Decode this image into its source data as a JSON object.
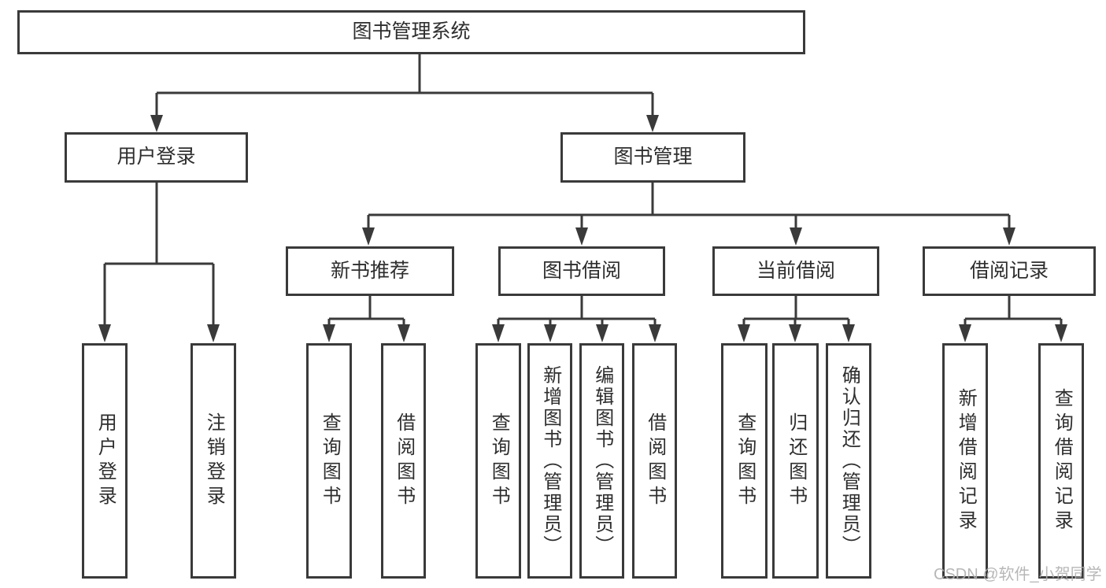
{
  "diagram": {
    "nodes": {
      "root": {
        "label": "图书管理系统"
      },
      "user_login": {
        "label": "用户登录"
      },
      "book_mgmt": {
        "label": "图书管理"
      },
      "leaf_user_login": {
        "label": "用户登录"
      },
      "leaf_logout": {
        "label": "注销登录"
      },
      "new_books": {
        "label": "新书推荐"
      },
      "borrow": {
        "label": "图书借阅"
      },
      "current": {
        "label": "当前借阅"
      },
      "records": {
        "label": "借阅记录"
      },
      "nb_query": {
        "label": "查询图书"
      },
      "nb_borrow": {
        "label": "借阅图书"
      },
      "bw_query": {
        "label": "查询图书"
      },
      "bw_add": {
        "label": "新增图书（管理员）"
      },
      "bw_edit": {
        "label": "编辑图书（管理员）"
      },
      "bw_borrow": {
        "label": "借阅图书"
      },
      "cu_query": {
        "label": "查询图书"
      },
      "cu_return": {
        "label": "归还图书"
      },
      "cu_confirm": {
        "label": "确认归还（管理员）"
      },
      "rc_add": {
        "label": "新增借阅记录"
      },
      "rc_query": {
        "label": "查询借阅记录"
      }
    },
    "watermark": {
      "text": "CSDN @软件_小贺同学"
    },
    "colors": {
      "line": "#3a3a3a",
      "text": "#2e2e2e",
      "watermark": "#b0b0b0",
      "background": "#ffffff"
    }
  }
}
